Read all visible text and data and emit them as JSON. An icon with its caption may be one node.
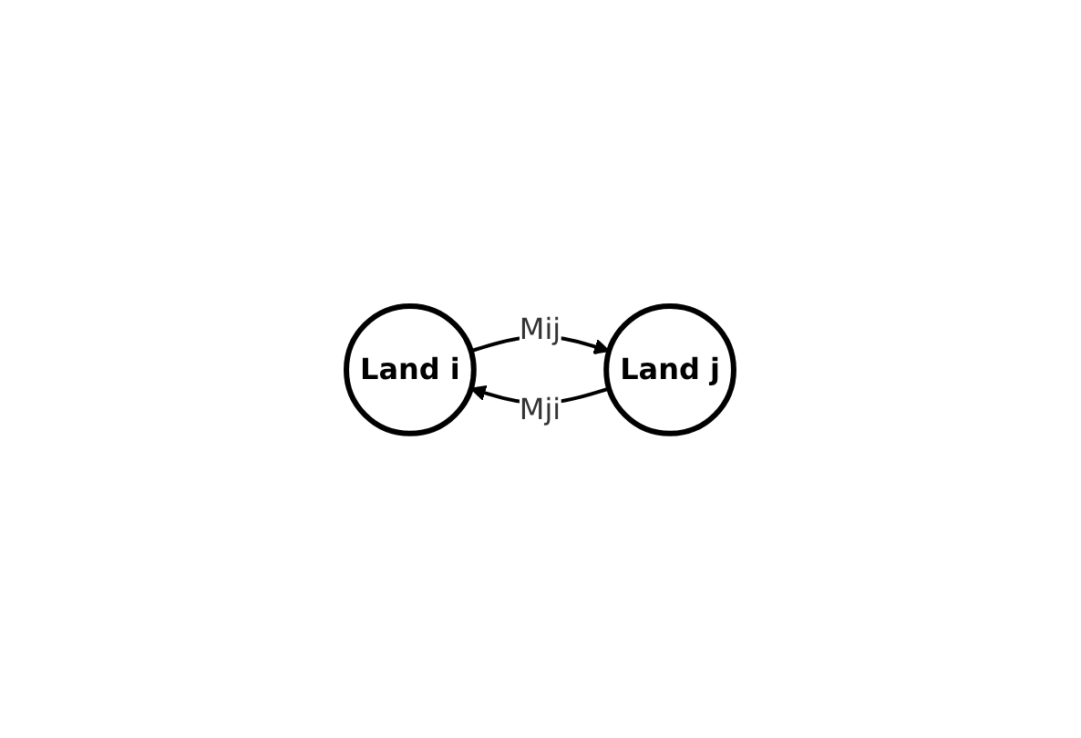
{
  "diagram": {
    "nodes": [
      {
        "text": [
          "Land i"
        ]
      },
      {
        "text": [
          "Land j"
        ]
      }
    ],
    "edges": [
      {
        "from": 0,
        "to": 1,
        "arrow": "to",
        "label": "Mij"
      },
      {
        "from": 1,
        "to": 0,
        "arrow": "to",
        "label": "Mji"
      }
    ]
  }
}
